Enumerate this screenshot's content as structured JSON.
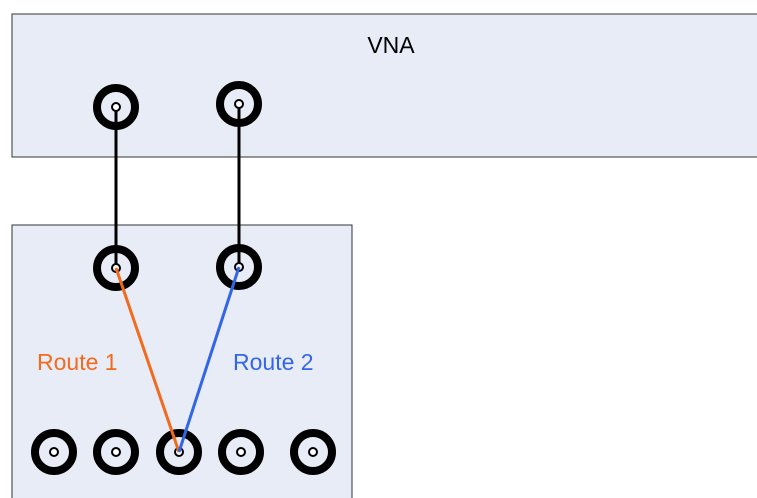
{
  "vna": {
    "label": "VNA"
  },
  "routes": [
    {
      "label": "Route 1",
      "color": "#f26b1d"
    },
    {
      "label": "Route 2",
      "color": "#3366e6"
    }
  ],
  "colors": {
    "box_fill": "#e8ecf7",
    "box_stroke": "#333333",
    "connector": "#000000",
    "cable": "#000000"
  },
  "connectors": {
    "vna_ports": 2,
    "switch_input_ports": 2,
    "switch_output_ports": 5
  }
}
